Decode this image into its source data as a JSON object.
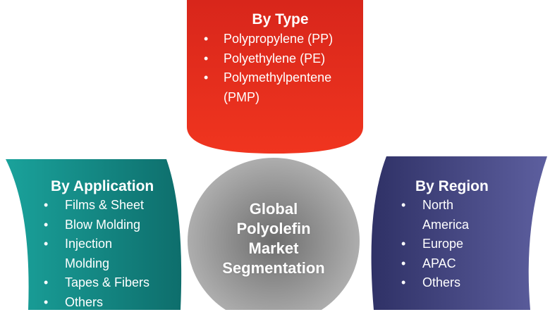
{
  "center": {
    "lines": [
      "Global",
      "Polyolefin",
      "Market",
      "Segmentation"
    ]
  },
  "by_type": {
    "title": "By Type",
    "items": [
      "Polypropylene (PP)",
      "Polyethylene (PE)",
      "Polymethylpentene",
      "(PMP)"
    ]
  },
  "by_application": {
    "title": "By Application",
    "items": [
      "Films & Sheet",
      "Blow Molding",
      "Injection",
      "Molding",
      "Tapes & Fibers",
      "Others"
    ]
  },
  "by_region": {
    "title": "By Region",
    "items": [
      "North",
      "America",
      "Europe",
      "APAC",
      "Others"
    ]
  },
  "bullet": "•",
  "colors": {
    "type": "#e5291c",
    "application": "#138a86",
    "region": "#4a4c8a",
    "center": "#9a9a9a"
  }
}
